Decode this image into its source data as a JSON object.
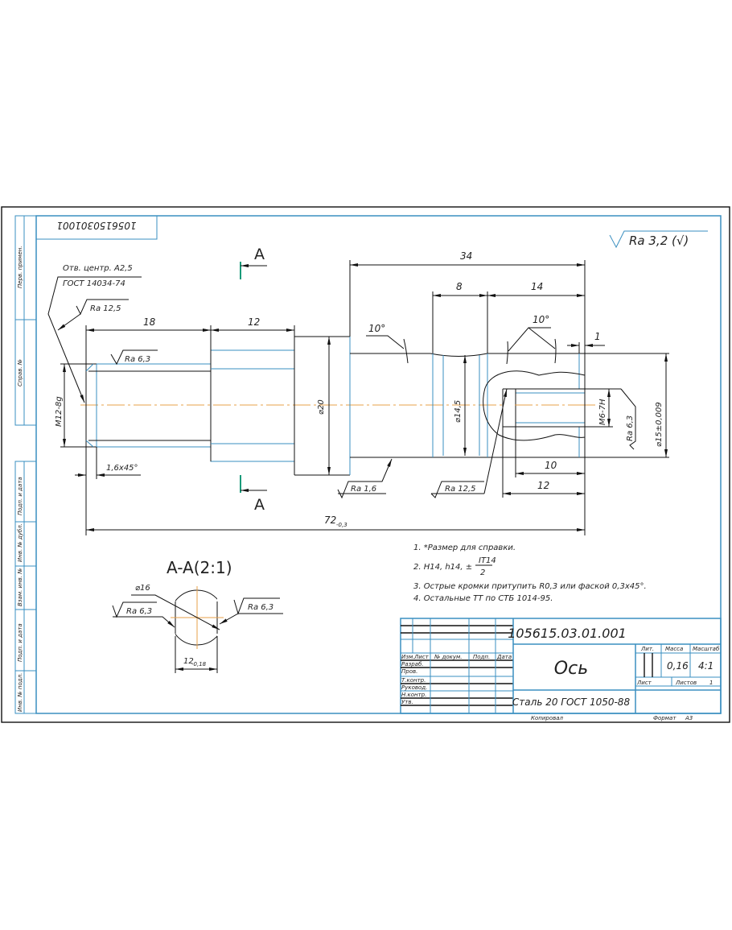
{
  "stamp_number": "1056150301001",
  "side_strip": [
    "Перв. примен.",
    "Справ. №",
    "Подп. и дата",
    "Инв. № дубл.",
    "Взам. инв. №",
    "Подп. и дата",
    "Инв. № подл."
  ],
  "roughness_general": "Ra 3,2 (√)",
  "center_hole": {
    "line1": "Отв. центр. А2,5",
    "line2": "ГОСТ 14034-74"
  },
  "roughness": {
    "r125_left": "Ra 12,5",
    "r63_thread": "Ra 6,3",
    "r16": "Ra 1,6",
    "r125_groove": "Ra 12,5",
    "r63_hole": "Ra 6,3",
    "r63_sec_left": "Ra 6,3",
    "r63_sec_right": "Ra 6,3"
  },
  "dimensions": {
    "d18": "18",
    "d12a": "12",
    "d34": "34",
    "d8": "8",
    "d14": "14",
    "angle1": "10°",
    "angle2": "10°",
    "d1": "1",
    "m12": "M12-8g",
    "chamfer": "1,6x45°",
    "d20": "⌀20",
    "d145": "⌀14,5",
    "m6": "M6-7H",
    "d15": "⌀15±0,009",
    "d10": "10",
    "d12b": "12",
    "d72": "72",
    "d72_tol": "-0,3",
    "d16": "⌀16",
    "d12s": "12",
    "d12s_tol": "-0,18"
  },
  "section_mark": "A",
  "section_title": "A-A(2:1)",
  "notes": [
    "1. *Размер для справки.",
    "2. H14, h14, ±",
    "IT14",
    "2",
    "3. Острые кромки притупить R0,3 или фаской 0,3x45°.",
    "4. Остальные ТТ по СТБ 1014-95."
  ],
  "title_block": {
    "doc_number": "105615.03.01.001",
    "name": "Ось",
    "material": "Сталь 20 ГОСТ 1050-88",
    "headers": [
      "Изм.",
      "Лист",
      "№ докум.",
      "Подп.",
      "Дата"
    ],
    "roles": [
      "Разраб.",
      "Пров.",
      "Т.контр.",
      "Руковод.",
      "Н.контр.",
      "Утв."
    ],
    "lit_label": "Лит.",
    "mass_label": "Масса",
    "scale_label": "Масштаб",
    "mass": "0,16",
    "scale": "4:1",
    "sheet_label": "Лист",
    "sheets_label": "Листов",
    "sheets": "1",
    "copied": "Копировал",
    "format_label": "Формат",
    "format": "А3"
  }
}
